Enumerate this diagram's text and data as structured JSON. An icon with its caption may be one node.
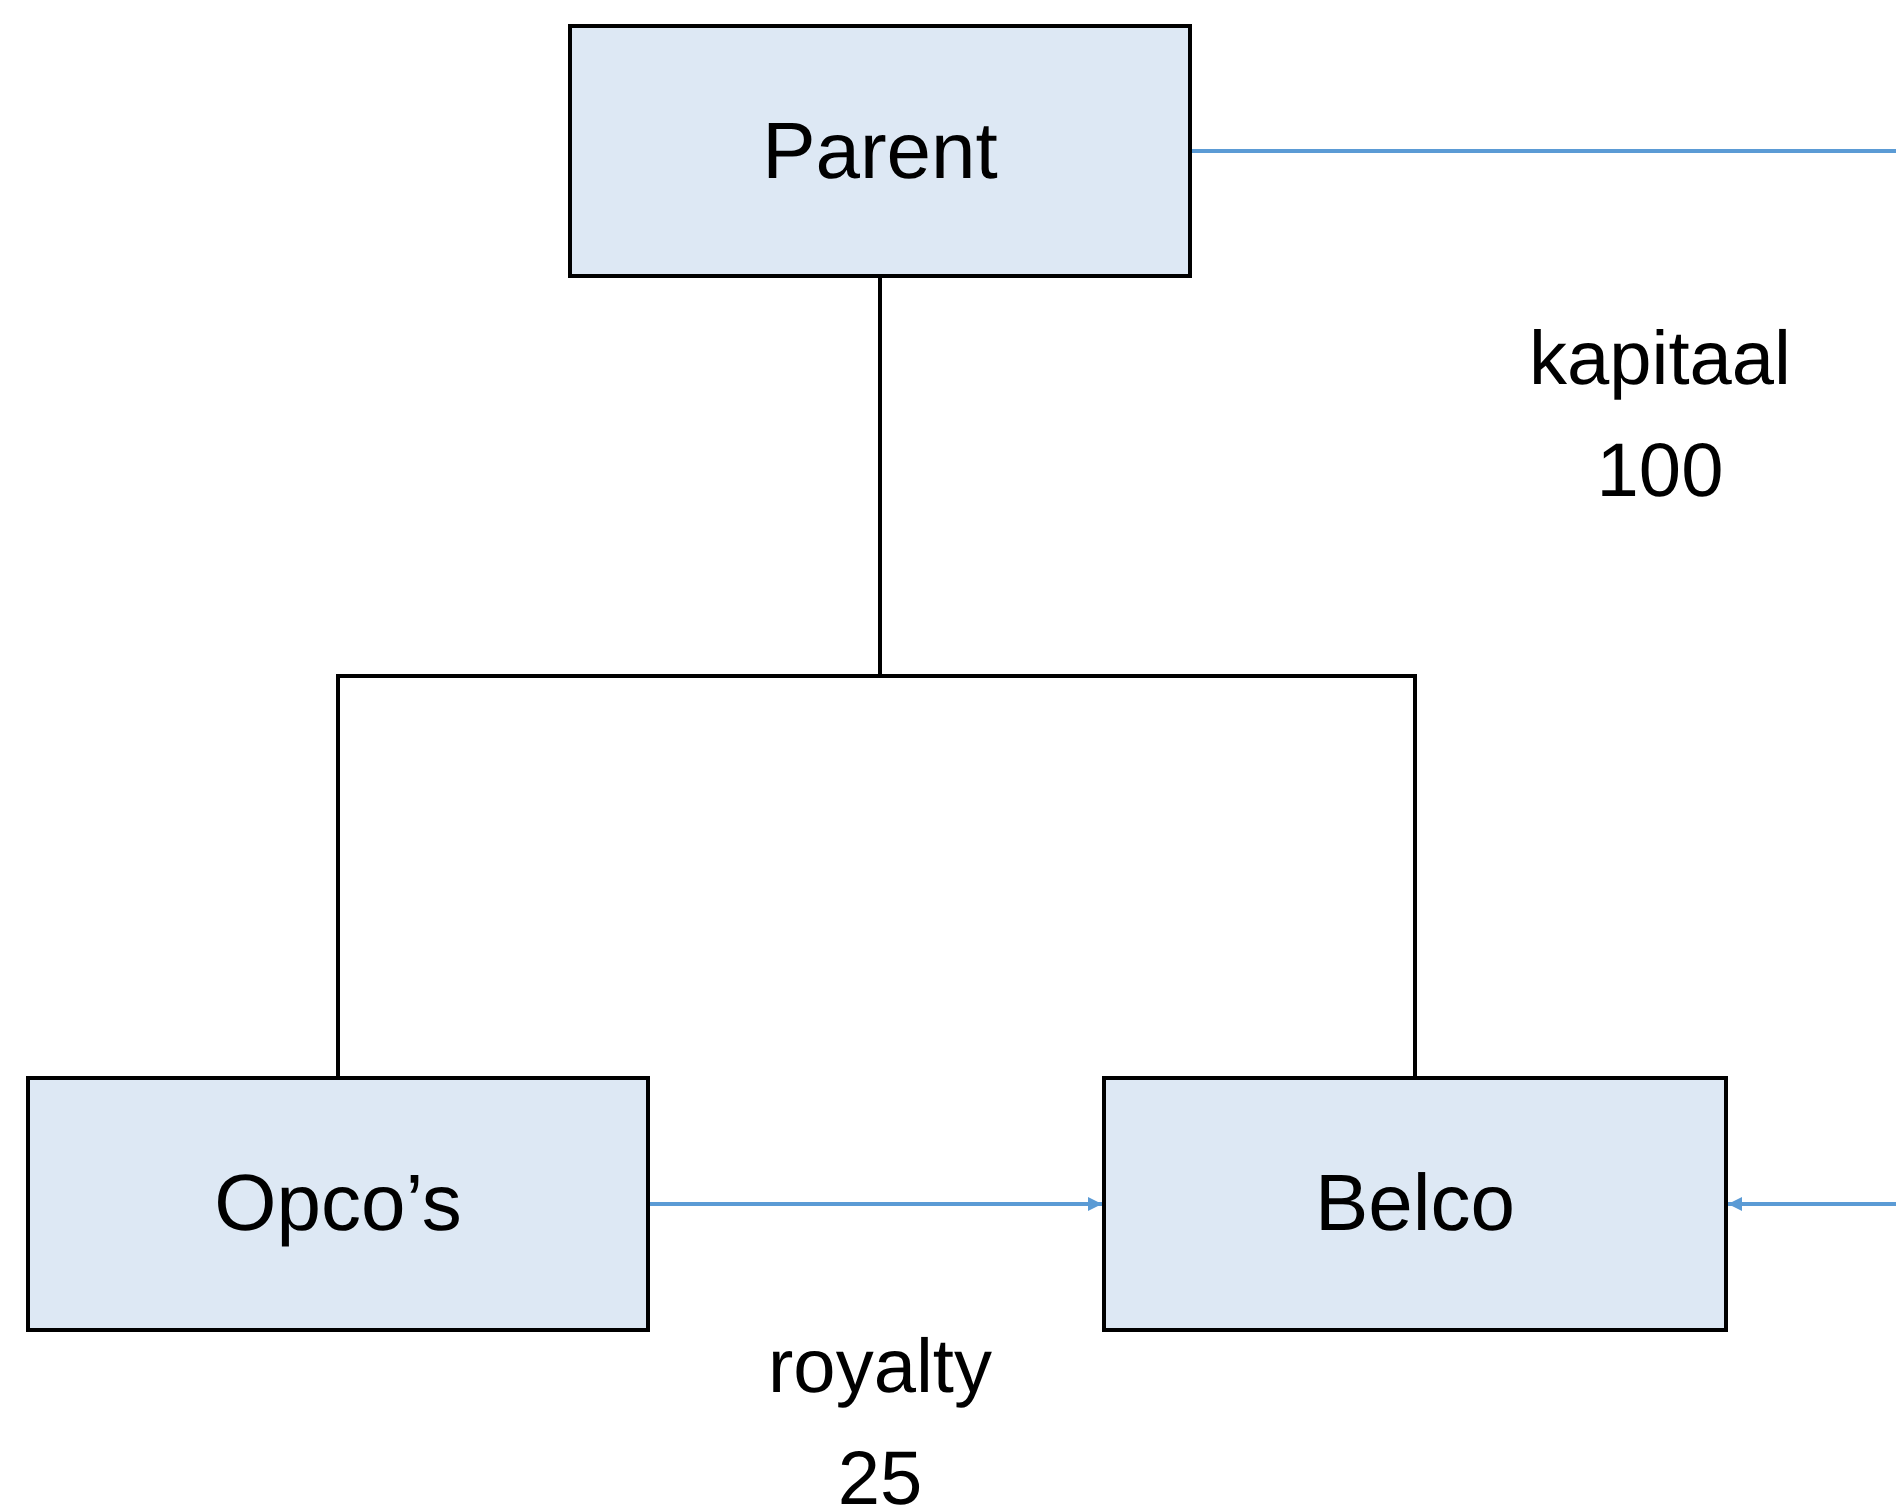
{
  "diagram": {
    "nodes": [
      {
        "text": [
          "Parent"
        ]
      },
      {
        "text": [
          "Opco’s"
        ]
      },
      {
        "text": [
          "Belco"
        ]
      }
    ],
    "edges": [
      {
        "from": 0,
        "to": 1,
        "arrow": "none",
        "color": "#000000"
      },
      {
        "from": 0,
        "to": 2,
        "arrow": "none",
        "color": "#000000"
      },
      {
        "from": 1,
        "to": 2,
        "arrow": "to",
        "label": "royalty 25",
        "color": "#5b9bd5"
      },
      {
        "from": 0,
        "to": null,
        "arrow": "none",
        "label": "kapitaal 100",
        "color": "#5b9bd5"
      },
      {
        "from": null,
        "to": 2,
        "arrow": "to",
        "color": "#5b9bd5"
      }
    ]
  }
}
